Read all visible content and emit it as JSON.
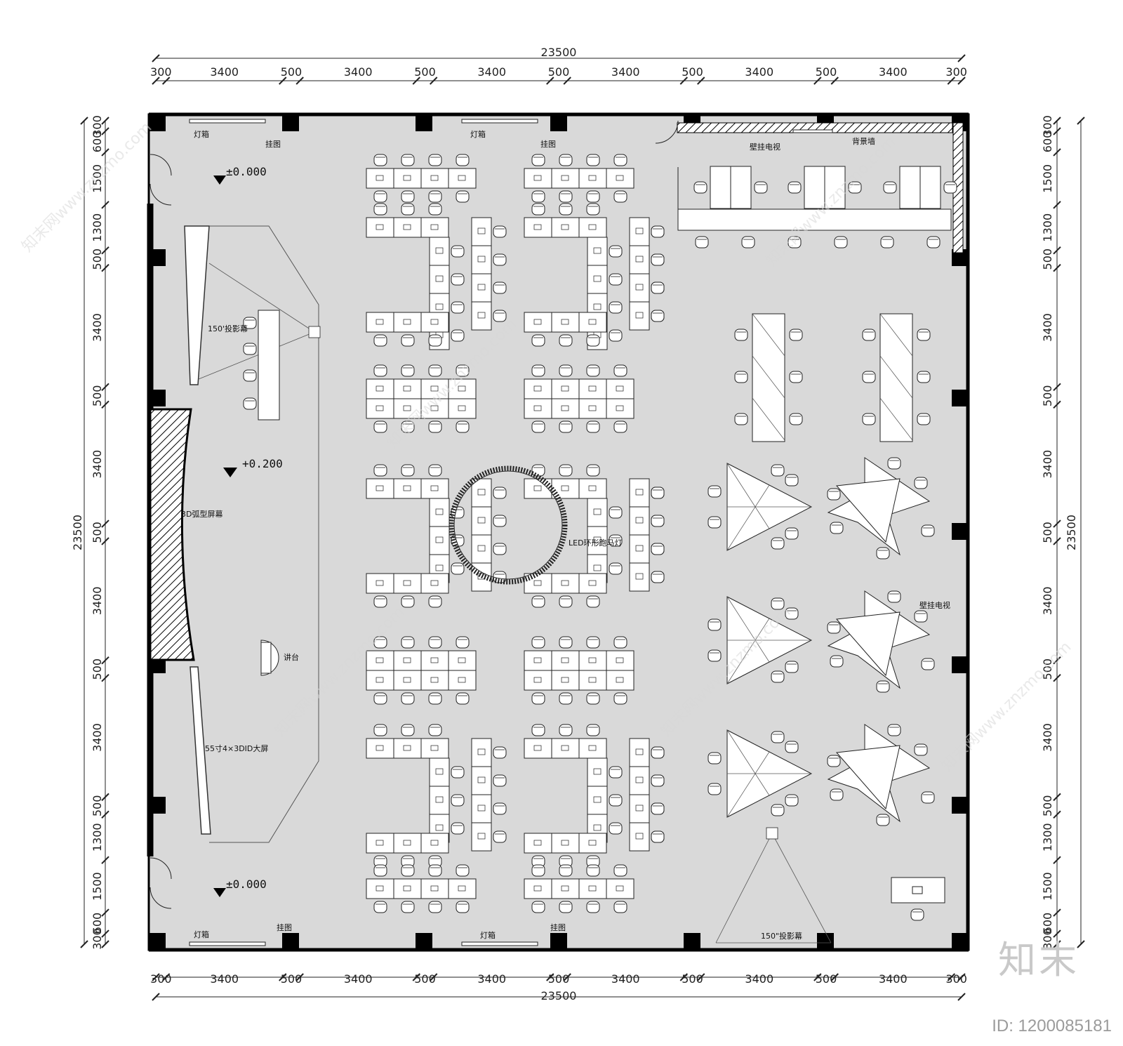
{
  "drawing": {
    "overall_width_label": "23500",
    "overall_height_label": "23500",
    "bay_labels": [
      "300",
      "3400",
      "500",
      "3400",
      "500",
      "3400",
      "500",
      "3400",
      "500",
      "3400",
      "500",
      "3400",
      "300"
    ],
    "side_labels": [
      "300",
      "600",
      "1500",
      "1300",
      "500",
      "3400",
      "500",
      "3400",
      "500",
      "3400",
      "500",
      "3400",
      "500",
      "1300",
      "1500",
      "600",
      "300"
    ],
    "levels": {
      "top_left": "±0.000",
      "stage": "+0.200",
      "bottom_left": "±0.000"
    }
  },
  "labels": {
    "lightbox_top_left": "灯箱",
    "painting_top_left": "挂图",
    "lightbox_top_mid": "灯箱",
    "painting_top_mid": "挂图",
    "wall_tv_top": "壁挂电视",
    "backdrop_wall": "背景墙",
    "projection_screen_left": "150'投影幕",
    "curved_screen": "3D弧型屏幕",
    "lectern": "讲台",
    "video_wall": "55寸4×3DID大屏",
    "led_ring": "LED环形跑马灯",
    "wall_tv_right": "壁挂电视",
    "lightbox_bottom_left": "灯箱",
    "painting_bottom_left": "挂图",
    "lightbox_bottom_mid": "灯箱",
    "painting_bottom_mid": "挂图",
    "projection_screen_bottom": "150\"投影幕"
  },
  "watermark": {
    "text": "知末网www.znzmo.com",
    "brand": "知末",
    "id": "ID: 1200085181"
  },
  "colors": {
    "floor": "#d9d9d9",
    "wall": "#000000",
    "furniture": "#ffffff",
    "line": "#222222"
  }
}
